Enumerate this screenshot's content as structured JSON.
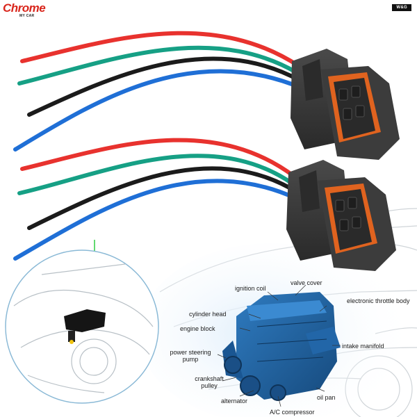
{
  "logo": {
    "name": "Chrome",
    "tagline": "MY CAR"
  },
  "brand_badge": "W&G",
  "engine_diagram": {
    "labels": {
      "ignition_coil": "ignition coil",
      "valve_cover": "valve cover",
      "electronic_throttle_body": "electronic throttle body",
      "cylinder_head": "cylinder head",
      "engine_block": "engine block",
      "intake_manifold": "intake manifold",
      "power_steering_pump": "power steering pump",
      "crankshaft_pulley": "crankshaft pulley",
      "oil_pan": "oil pan",
      "alternator": "alternator",
      "ac_compressor": "A/C compressor"
    }
  },
  "colors": {
    "wire_red": "#e8322e",
    "wire_green": "#16a085",
    "wire_black": "#1b1b1b",
    "wire_blue": "#1f6fd6",
    "connector_body": "#3a3a3a",
    "connector_seal": "#e0631f",
    "engine_blue": "#1e5f9e",
    "logo_red": "#d9261c"
  }
}
